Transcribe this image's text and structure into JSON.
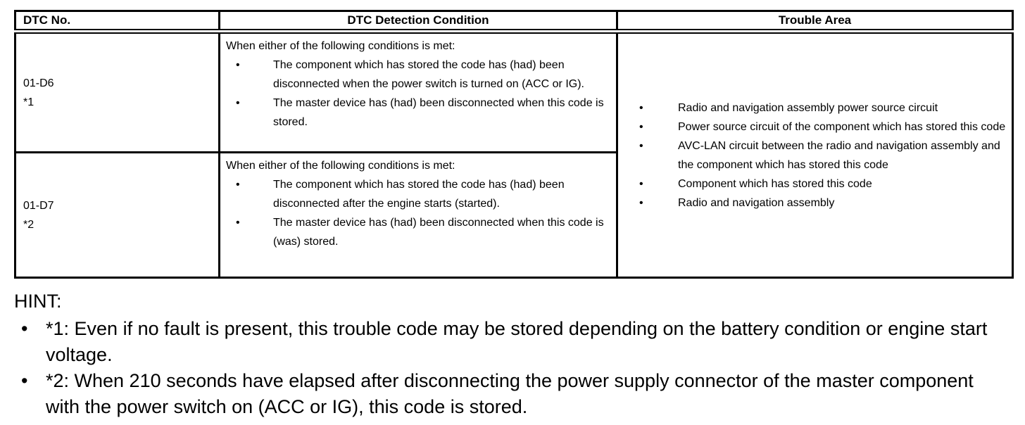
{
  "glyphs": {
    "bullet": "•"
  },
  "colors": {
    "text": "#000000",
    "border": "#000000",
    "background": "#ffffff"
  },
  "table": {
    "headers": [
      "DTC No.",
      "DTC Detection Condition",
      "Trouble Area"
    ],
    "rows": [
      {
        "dtc_no": "01-D6",
        "note": "*1",
        "condition_intro": "When either of the following conditions is met:",
        "condition_items": [
          "The component which has stored the code has (had) been disconnected when the power switch is turned on (ACC or IG).",
          "The master device has (had) been disconnected when this code is stored."
        ]
      },
      {
        "dtc_no": "01-D7",
        "note": "*2",
        "condition_intro": "When either of the following conditions is met:",
        "condition_items": [
          "The component which has stored the code has (had) been disconnected after the engine starts (started).",
          "The master device has (had) been disconnected when this code is (was) stored."
        ]
      }
    ],
    "trouble_area_items": [
      "Radio and navigation assembly power source circuit",
      "Power source circuit of the component which has stored this code",
      "AVC-LAN circuit between the radio and navigation assembly and the component which has stored this code",
      "Component which has stored this code",
      "Radio and navigation assembly"
    ]
  },
  "hint": {
    "label": "HINT:",
    "items": [
      "*1: Even if no fault is present, this trouble code may be stored depending on the battery condition or engine start voltage.",
      "*2: When 210 seconds have elapsed after disconnecting the power supply connector of the master component with the power switch on (ACC or IG), this code is stored."
    ]
  }
}
